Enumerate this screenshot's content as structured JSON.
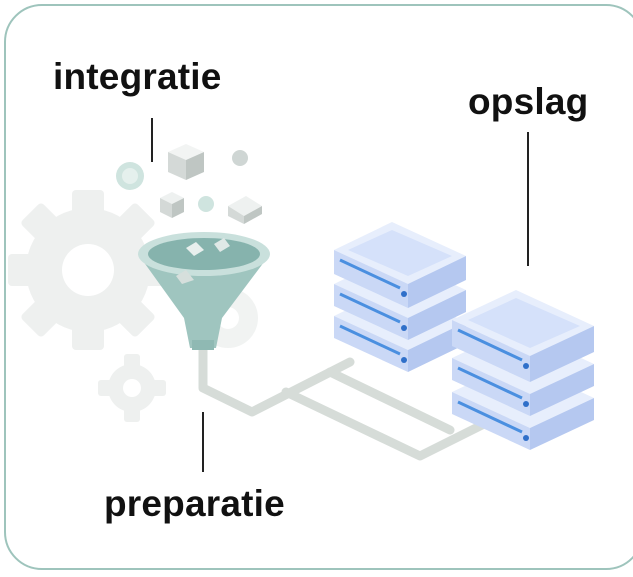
{
  "labels": {
    "integration": "integratie",
    "storage": "opslag",
    "preparation": "preparatie"
  },
  "icons": [
    "gear-icon",
    "funnel-icon",
    "cube-icon",
    "server-icon"
  ],
  "colors": {
    "frame": "#9ec4bc",
    "funnel": "#9fc5bf",
    "server_body": "#dce6fa",
    "server_stripe": "#4a8fe0",
    "pipe": "#d6dcd8",
    "gear": "#eef0ef"
  }
}
